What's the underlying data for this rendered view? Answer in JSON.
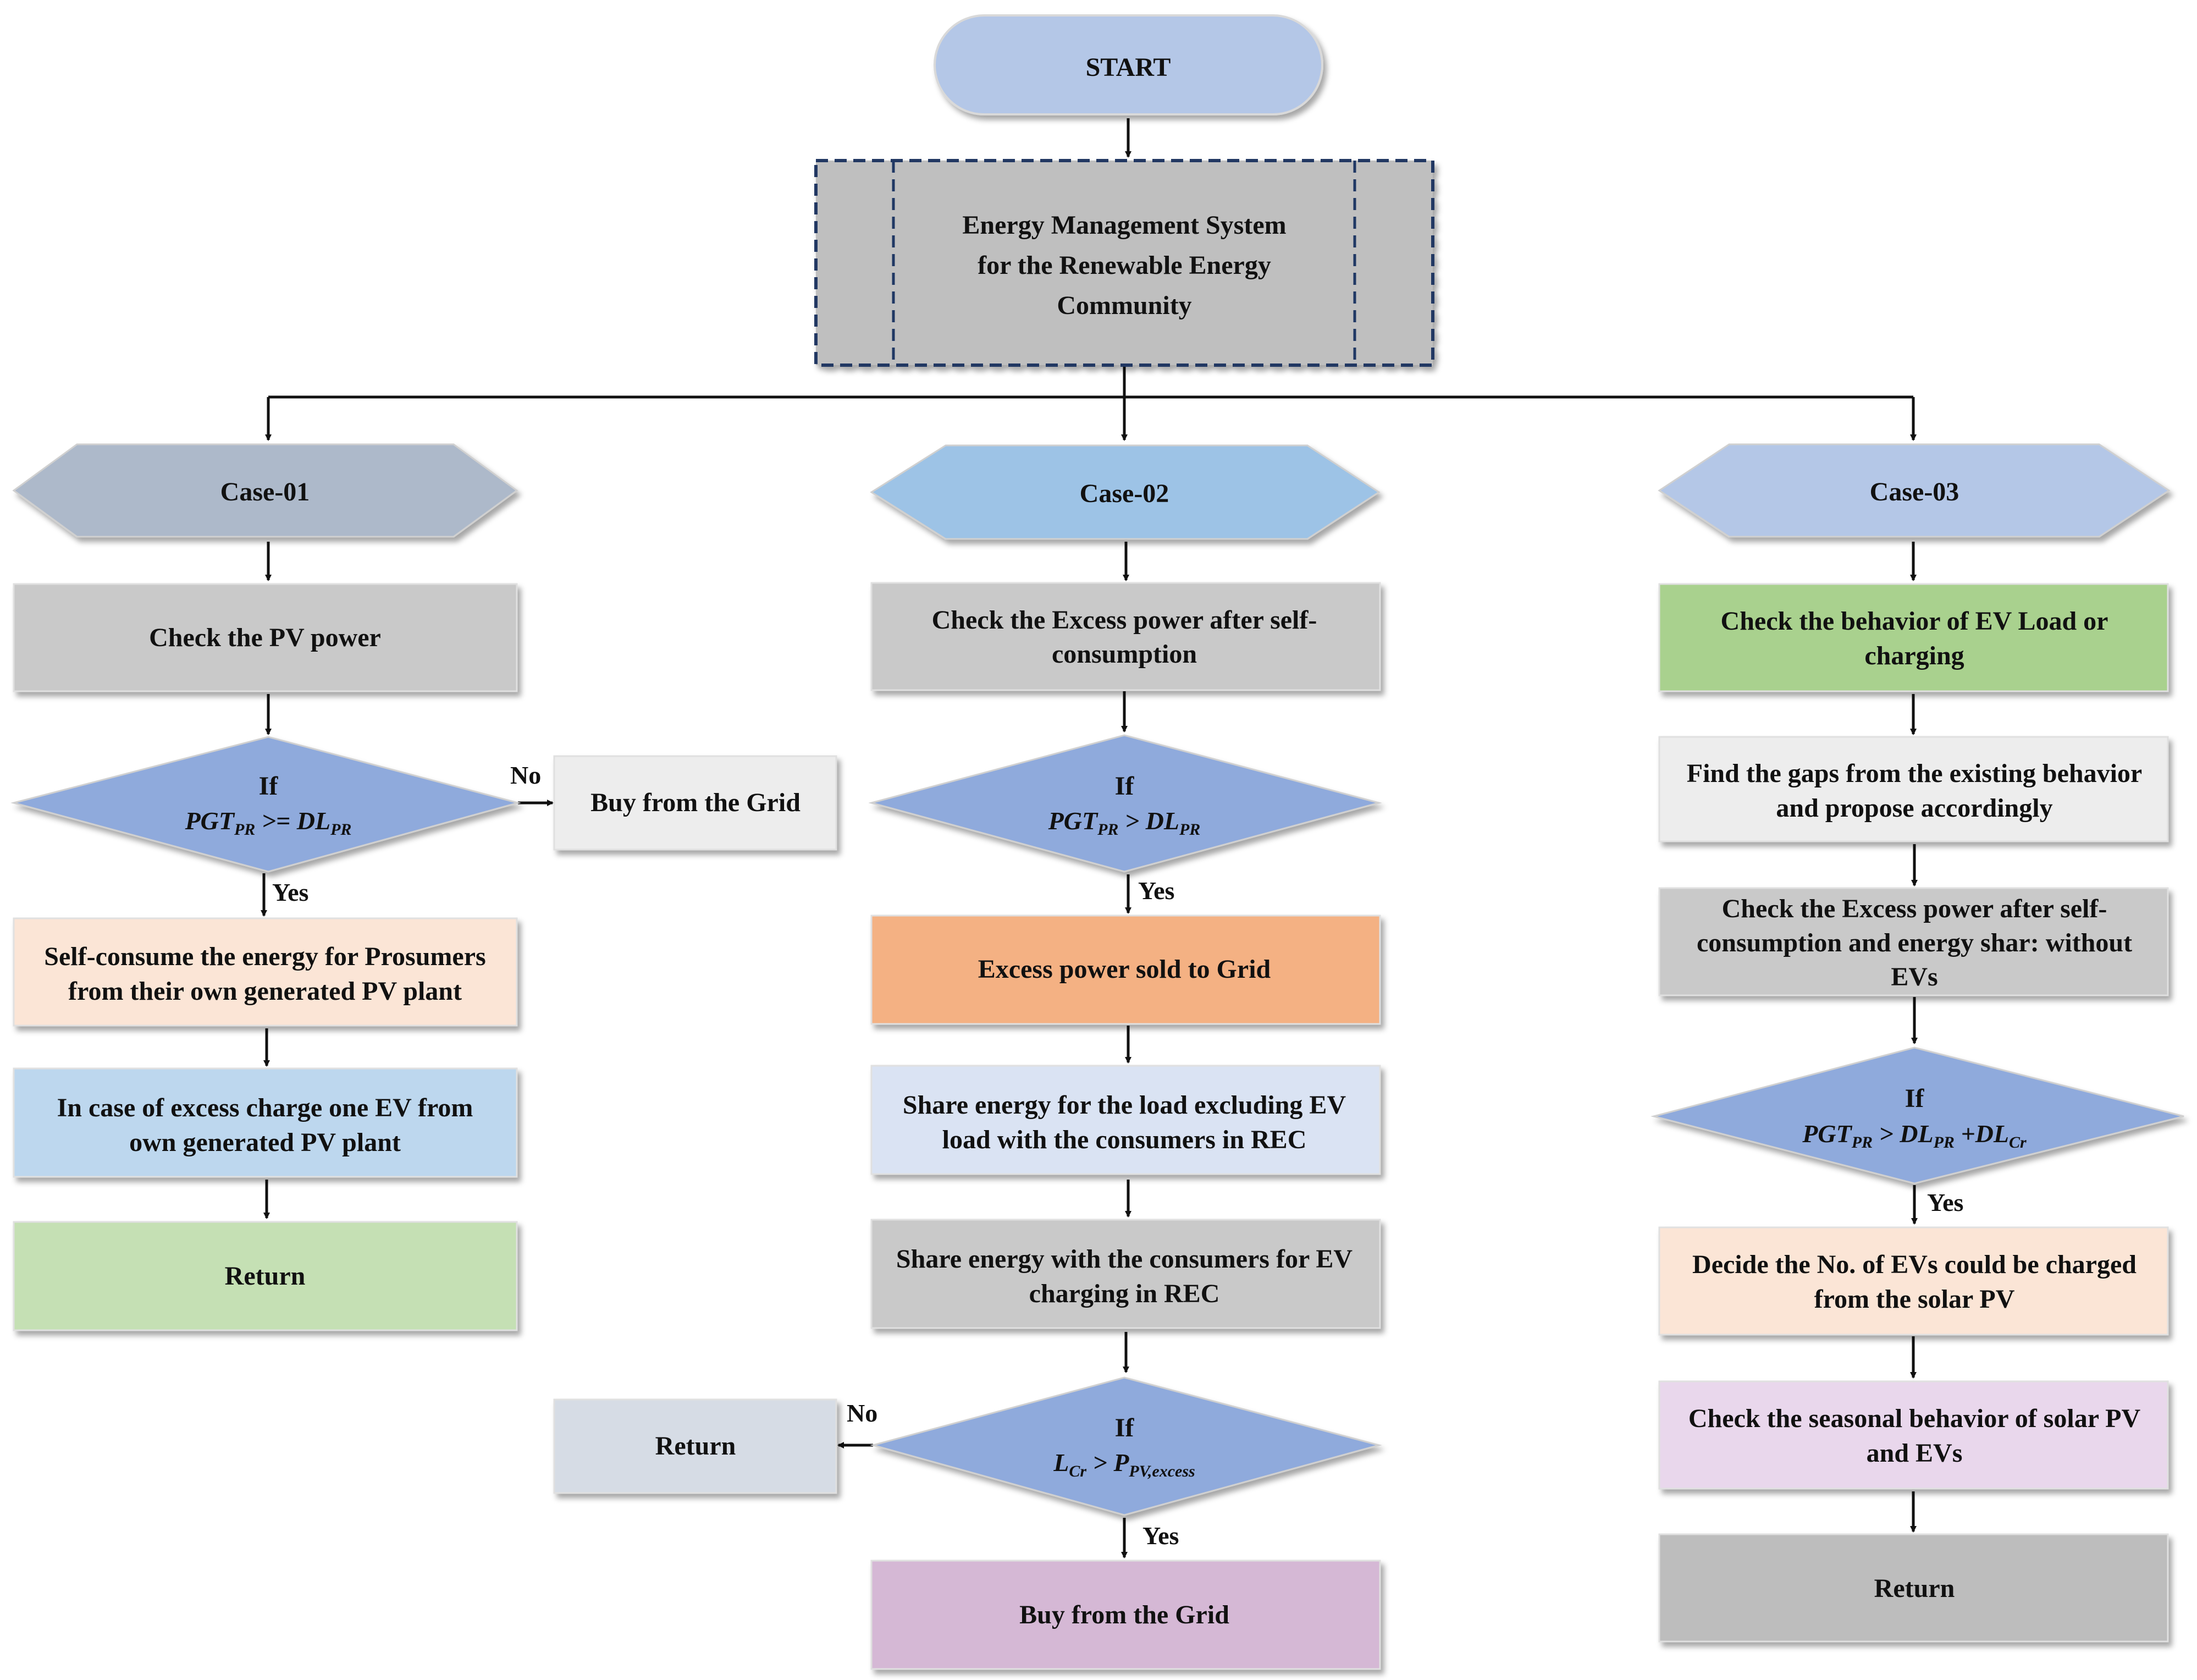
{
  "start": "START",
  "ems": {
    "line1": "Energy Management System",
    "line2": "for the Renewable Energy",
    "line3": "Community"
  },
  "case1": {
    "title": "Case-01",
    "check": "Check the PV power",
    "if_label": "If",
    "cond": {
      "a": "PGT",
      "a_sub": "PR",
      "op": " >= ",
      "b": "DL",
      "b_sub": "PR"
    },
    "no": "No",
    "buy": "Buy from the Grid",
    "yes": "Yes",
    "self_l1": "Self-consume the energy  for Prosumers",
    "self_l2": "from their own generated PV plant",
    "excess_l1": "In case of excess charge one EV from",
    "excess_l2": "own generated PV plant",
    "return": "Return"
  },
  "case2": {
    "title": "Case-02",
    "check_l1": "Check the Excess power after self-",
    "check_l2": "consumption",
    "if_label": "If",
    "cond": {
      "a": "PGT",
      "a_sub": "PR",
      "op": " > ",
      "b": "DL",
      "b_sub": "PR"
    },
    "yes": "Yes",
    "sold": "Excess power sold to Grid",
    "share1_l1": "Share energy for the load excluding EV",
    "share1_l2": "load with the consumers in REC",
    "share2_l1": "Share energy with the consumers for EV",
    "share2_l2": "charging in REC",
    "if2_label": "If",
    "cond2": {
      "a": "L",
      "a_sub": "Cr",
      "op": " > ",
      "b": "P",
      "b_sub": "PV,excess"
    },
    "no": "No",
    "return": "Return",
    "yes2": "Yes",
    "buy": "Buy from the Grid"
  },
  "case3": {
    "title": "Case-03",
    "check_l1": "Check the behavior of EV Load or",
    "check_l2": "charging",
    "gaps_l1": "Find the gaps from the existing behavior",
    "gaps_l2": "and propose accordingly",
    "excess_l1": "Check the Excess power after self-",
    "excess_l2": "consumption and energy shar: without",
    "excess_l3": "EVs",
    "if_label": "If",
    "cond": {
      "a": "PGT",
      "a_sub": "PR",
      "op": " > ",
      "b": "DL",
      "b_sub": "PR",
      "op2": " +",
      "c": "DL",
      "c_sub": "Cr"
    },
    "yes": "Yes",
    "decide_l1": "Decide the No. of EVs could be charged",
    "decide_l2": "from the solar PV",
    "seasonal_l1": "Check the seasonal behavior of solar PV",
    "seasonal_l2": "and EVs",
    "return": "Return"
  },
  "colors": {
    "start": "#b4c7e7",
    "ems": "#bfbfbf",
    "case1": "#adb9ca",
    "case2": "#9dc3e6",
    "case3": "#b4c7e7",
    "gray_box": "#c9c9c9",
    "diamond": "#8faadc",
    "light_box": "#ededed",
    "peach": "#fbe5d6",
    "light_blue": "#bdd7ee",
    "green": "#c5e0b4",
    "orange": "#f4b183",
    "lavender": "#dae3f3",
    "slate": "#d6dce5",
    "mauve": "#d5b8d5",
    "green_strong": "#92d050",
    "pink": "#e9d7ec",
    "dark_gray": "#bdbdbd"
  }
}
